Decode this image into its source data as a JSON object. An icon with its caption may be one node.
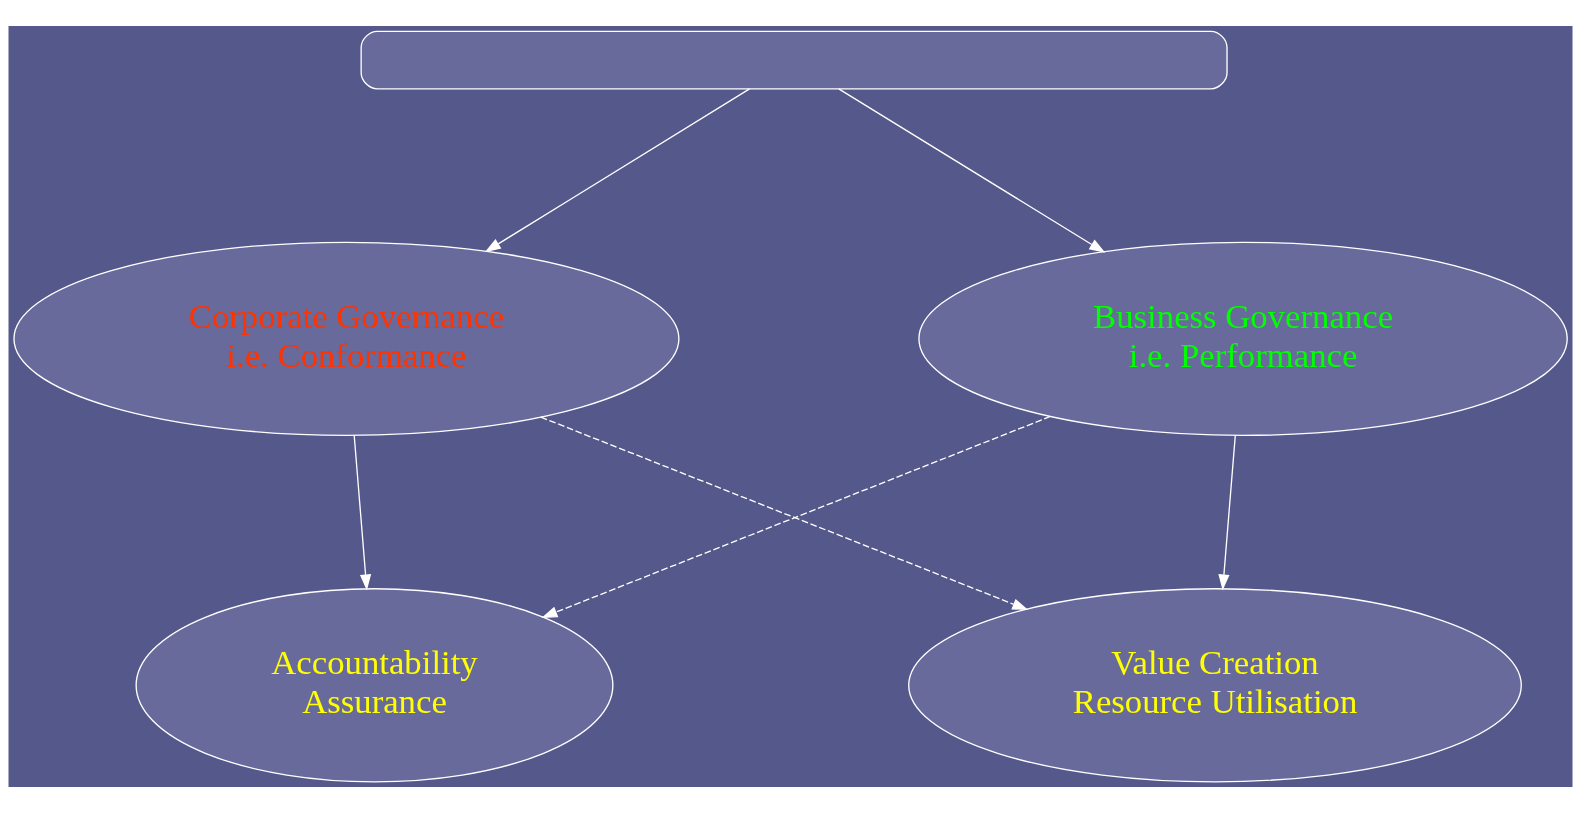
{
  "diagram": {
    "nodes": [
      {
        "text": [],
        "shape": "box"
      },
      {
        "text": [
          "Corporate Governance i.e. Conformance"
        ]
      },
      {
        "text": [
          "Business Governance i.e. Performance"
        ]
      },
      {
        "text": [
          "Accountability Assurance"
        ]
      },
      {
        "text": [
          "Value Creation Resource Utilisation"
        ]
      }
    ],
    "edges": [
      {
        "from": 0,
        "to": 1,
        "arrow": "to"
      },
      {
        "from": 0,
        "to": 2,
        "arrow": "to"
      },
      {
        "from": 1,
        "to": 3,
        "arrow": "to"
      },
      {
        "from": 1,
        "to": 4,
        "arrow": "to",
        "style": "dashed"
      },
      {
        "from": 2,
        "to": 3,
        "arrow": "to",
        "style": "dashed"
      },
      {
        "from": 2,
        "to": 4,
        "arrow": "to"
      }
    ]
  }
}
